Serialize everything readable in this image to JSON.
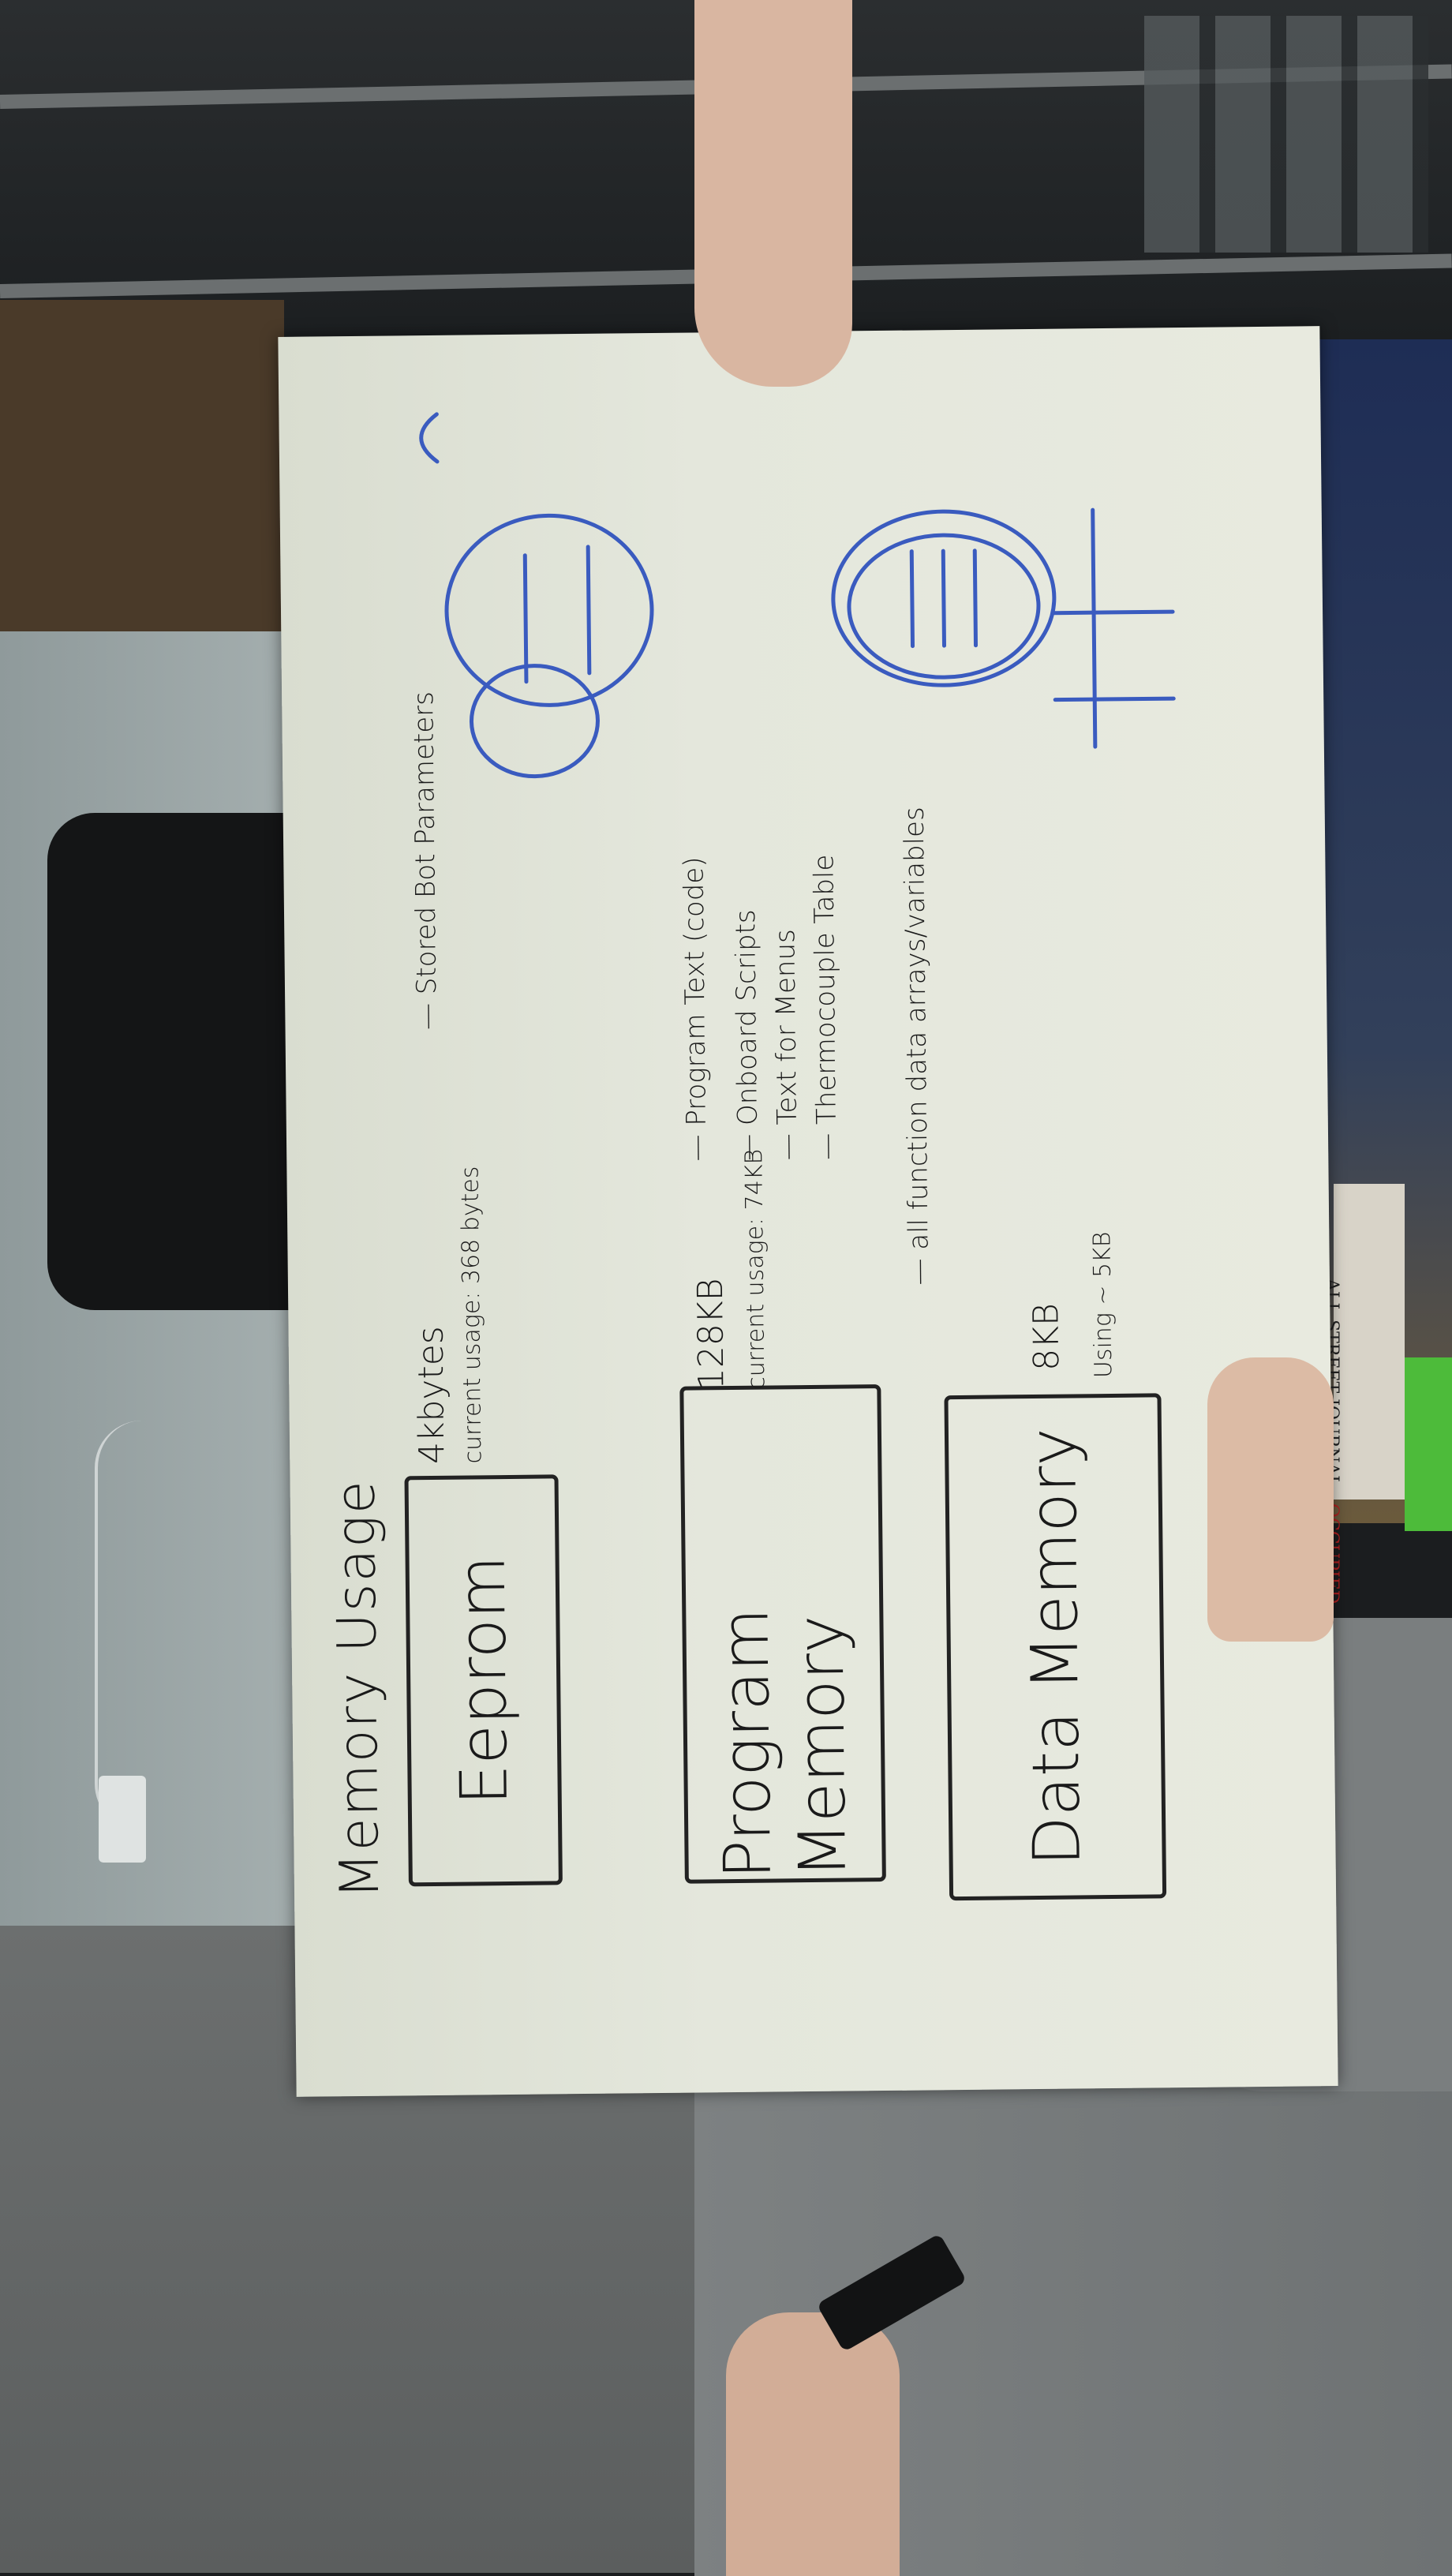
{
  "photo": {
    "board_color": "#e4e7dc",
    "ink_color": "#1a1a1a",
    "doodle_color": "#3a5bbf"
  },
  "board": {
    "title": "Memory Usage",
    "eeprom": {
      "label": "Eeprom",
      "size": "4kbytes",
      "usage": "current usage: 368 bytes",
      "items": [
        "Stored Bot Parameters"
      ]
    },
    "program_memory": {
      "label": "Program Memory",
      "size": "128KB",
      "usage": "current usage: 74KB",
      "items": [
        "Program Text (code)",
        "Onboard Scripts",
        "Text for Menus",
        "Thermocouple Table"
      ]
    },
    "data_memory": {
      "label": "Data Memory",
      "size": "8KB",
      "usage": "Using ~ 5KB",
      "items": [
        "all function data arrays/variables"
      ]
    }
  },
  "background": {
    "newspaper_text": "ALL STREET JOURNAL",
    "newspaper_headline": "OCCUPIED"
  }
}
